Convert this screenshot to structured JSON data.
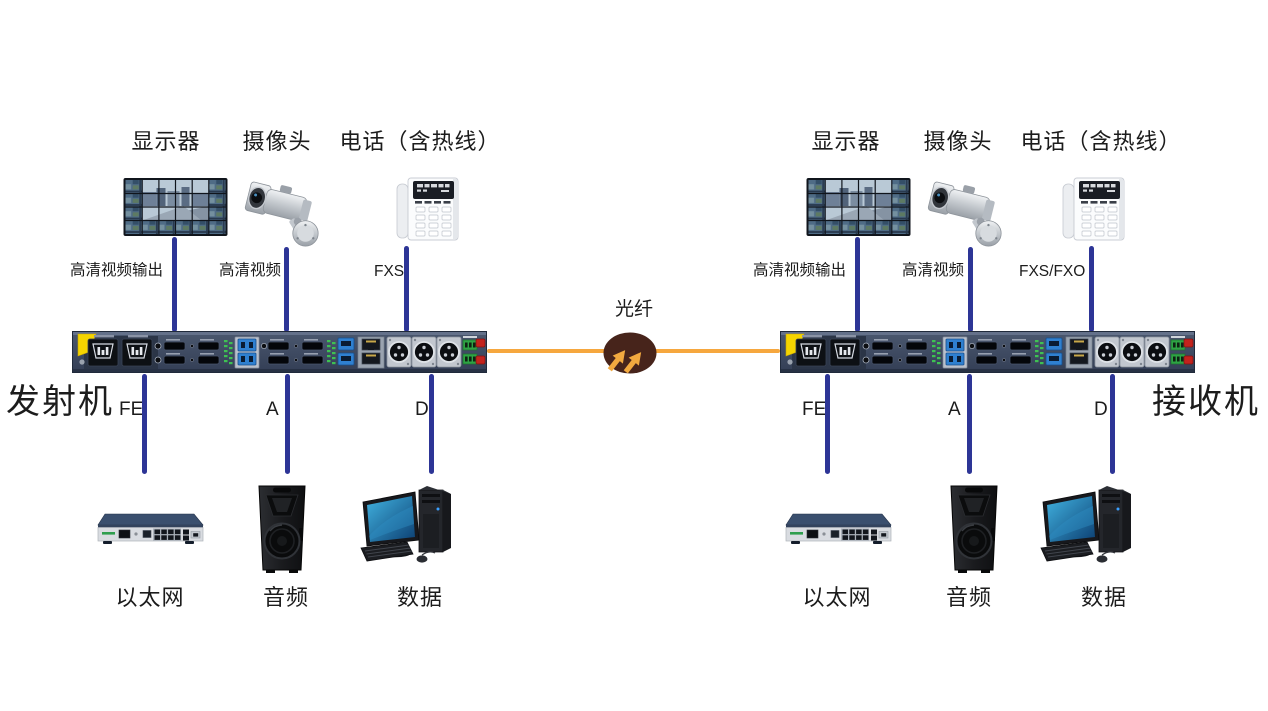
{
  "stations": [
    {
      "name": "发射机",
      "top": [
        {
          "device": "显示器",
          "link": "高清视频输出"
        },
        {
          "device": "摄像头",
          "link": "高清视频"
        },
        {
          "device": "电话（含热线）",
          "link": "FXS"
        }
      ],
      "bottom": [
        {
          "link": "FE",
          "device": "以太网"
        },
        {
          "link": "A",
          "device": "音频"
        },
        {
          "link": "D",
          "device": "数据"
        }
      ]
    },
    {
      "name": "接收机",
      "top": [
        {
          "device": "显示器",
          "link": "高清视频输出"
        },
        {
          "device": "摄像头",
          "link": "高清视频"
        },
        {
          "device": "电话（含热线）",
          "link": "FXS/FXO"
        }
      ],
      "bottom": [
        {
          "link": "FE",
          "device": "以太网"
        },
        {
          "link": "A",
          "device": "音频"
        },
        {
          "link": "D",
          "device": "数据"
        }
      ]
    }
  ],
  "fiber": {
    "label": "光纤"
  },
  "colors": {
    "connection_line_blue": "#2d3596",
    "fiber_line_orange": "#f6a73e",
    "fiber_icon_body": "#47241b",
    "fiber_icon_arrows": "#f2a93f",
    "text": "#1c1c1c"
  }
}
